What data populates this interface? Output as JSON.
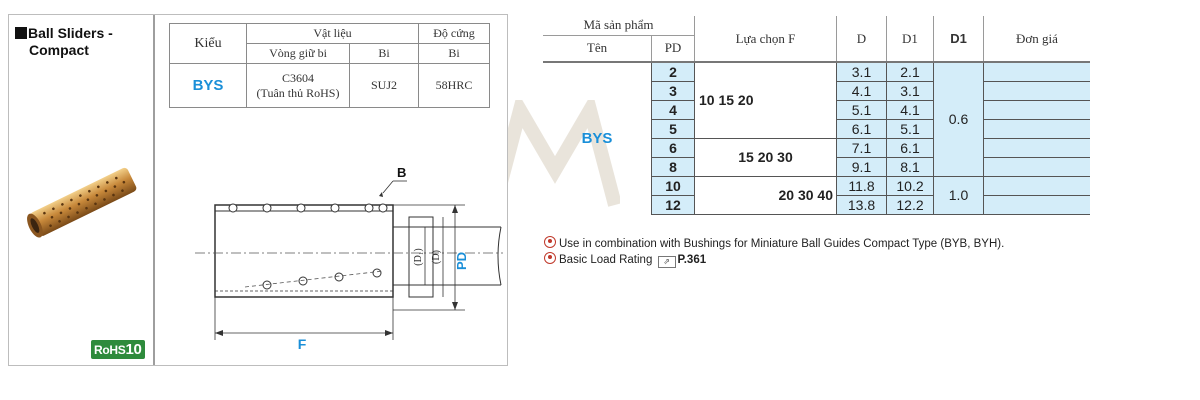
{
  "product": {
    "title_line1": "Ball Sliders -",
    "title_line2": "Compact",
    "rohs_label": "RoHS",
    "rohs_number": "10"
  },
  "spec_table": {
    "type_header": "Kiểu",
    "material_header": "Vật liệu",
    "hardness_header": "Độ cứng",
    "cage_header": "Vòng giữ bi",
    "ball_header": "Bi",
    "hardness_ball_header": "Bi",
    "type_value": "BYS",
    "cage_material_line1": "C3604",
    "cage_material_line2": "(Tuân thủ RoHS)",
    "ball_material": "SUJ2",
    "hardness_value": "58HRC"
  },
  "diagram": {
    "label_b": "B",
    "label_f": "F",
    "label_pd": "PD",
    "label_d": "(D)",
    "label_d1": "(D₁)"
  },
  "main_table": {
    "headers": {
      "product_code": "Mã sản phẩm",
      "name": "Tên",
      "pd": "PD",
      "f_choice": "Lựa chọn F",
      "d": "D",
      "d1": "D1",
      "d1_bold": "D1",
      "unit_price": "Đơn giá"
    },
    "type_name": "BYS",
    "rows": [
      {
        "pd": "2",
        "d": "3.1",
        "d1": "2.1"
      },
      {
        "pd": "3",
        "d": "4.1",
        "d1": "3.1"
      },
      {
        "pd": "4",
        "d": "5.1",
        "d1": "4.1"
      },
      {
        "pd": "5",
        "d": "6.1",
        "d1": "5.1"
      },
      {
        "pd": "6",
        "d": "7.1",
        "d1": "6.1"
      },
      {
        "pd": "8",
        "d": "9.1",
        "d1": "8.1"
      },
      {
        "pd": "10",
        "d": "11.8",
        "d1": "10.2"
      },
      {
        "pd": "12",
        "d": "13.8",
        "d1": "12.2"
      }
    ],
    "f_groups": [
      "10  15  20",
      "15  20  30",
      "20  30  40"
    ],
    "d1_groups": [
      "0.6",
      "1.0"
    ]
  },
  "notes": {
    "note1": "Use in combination with Bushings for Miniature Ball Guides Compact Type (BYB, BYH).",
    "note2_text": "Basic Load Rating",
    "note2_ref": "P.361"
  },
  "colors": {
    "accent_blue": "#1a8fd8",
    "light_blue_bg": "#d4edf9",
    "rohs_green": "#2e8b3c"
  }
}
